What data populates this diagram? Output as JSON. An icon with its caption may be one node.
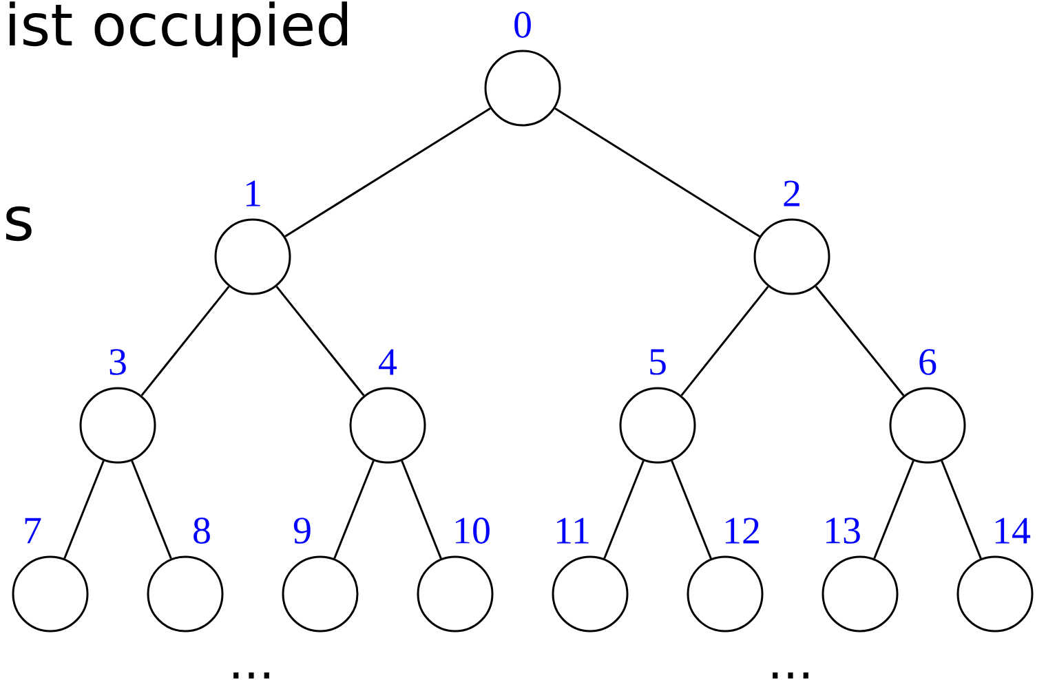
{
  "diagram": {
    "nodes": [
      {
        "text": [],
        "shape": "circle",
        "beside": [
          "0"
        ]
      },
      {
        "text": [],
        "shape": "circle",
        "beside": [
          "1"
        ]
      },
      {
        "text": [],
        "shape": "circle",
        "beside": [
          "2"
        ]
      },
      {
        "text": [],
        "shape": "circle",
        "beside": [
          "3"
        ]
      },
      {
        "text": [],
        "shape": "circle",
        "beside": [
          "4"
        ]
      },
      {
        "text": [],
        "shape": "circle",
        "beside": [
          "5"
        ]
      },
      {
        "text": [],
        "shape": "circle",
        "beside": [
          "6"
        ]
      },
      {
        "text": [],
        "shape": "circle",
        "beside": [
          "7"
        ]
      },
      {
        "text": [],
        "shape": "circle",
        "beside": [
          "8"
        ]
      },
      {
        "text": [],
        "shape": "circle",
        "beside": [
          "9"
        ]
      },
      {
        "text": [],
        "shape": "circle",
        "beside": [
          "10"
        ]
      },
      {
        "text": [],
        "shape": "circle",
        "beside": [
          "11"
        ]
      },
      {
        "text": [],
        "shape": "circle",
        "beside": [
          "12"
        ]
      },
      {
        "text": [],
        "shape": "circle",
        "beside": [
          "13"
        ]
      },
      {
        "text": [],
        "shape": "circle",
        "beside": [
          "14"
        ]
      }
    ],
    "edges": [
      {
        "from": 0,
        "to": 1,
        "arrow": "none"
      },
      {
        "from": 0,
        "to": 2,
        "arrow": "none"
      },
      {
        "from": 1,
        "to": 3,
        "arrow": "none"
      },
      {
        "from": 1,
        "to": 4,
        "arrow": "none"
      },
      {
        "from": 2,
        "to": 5,
        "arrow": "none"
      },
      {
        "from": 2,
        "to": 6,
        "arrow": "none"
      },
      {
        "from": 3,
        "to": 7,
        "arrow": "none"
      },
      {
        "from": 3,
        "to": 8,
        "arrow": "none"
      },
      {
        "from": 4,
        "to": 9,
        "arrow": "none"
      },
      {
        "from": 4,
        "to": 10,
        "arrow": "none"
      },
      {
        "from": 5,
        "to": 11,
        "arrow": "none"
      },
      {
        "from": 5,
        "to": 12,
        "arrow": "none"
      },
      {
        "from": 6,
        "to": 13,
        "arrow": "none"
      },
      {
        "from": 6,
        "to": 14,
        "arrow": "none"
      }
    ],
    "labels": [
      "ist occupied",
      "s",
      "...",
      "..."
    ]
  }
}
